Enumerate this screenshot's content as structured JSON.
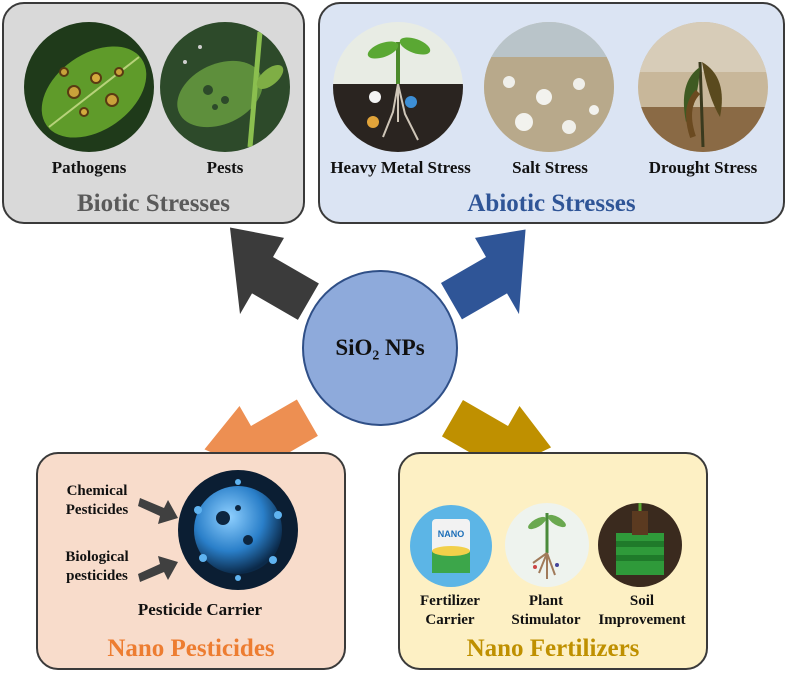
{
  "center": {
    "label": "SiO₂ NPs"
  },
  "biotic": {
    "title": "Biotic Stresses",
    "items": [
      {
        "label": "Pathogens",
        "icon": "diseased-leaf"
      },
      {
        "label": "Pests",
        "icon": "insect-damaged-leaf"
      }
    ]
  },
  "abiotic": {
    "title": "Abiotic Stresses",
    "items": [
      {
        "label": "Heavy Metal Stress",
        "icon": "seedling-roots-metal"
      },
      {
        "label": "Salt Stress",
        "icon": "saline-soil"
      },
      {
        "label": "Drought Stress",
        "icon": "wilted-plant"
      }
    ]
  },
  "pesticides": {
    "title": "Nano Pesticides",
    "chemical": "Chemical Pesticides",
    "biological": "Biological pesticides",
    "carrier": "Pesticide Carrier",
    "icon": "nanoparticle-sphere"
  },
  "fertilizers": {
    "title": "Nano Fertilizers",
    "bag_text": "NANO",
    "items": [
      {
        "label": "Fertilizer Carrier",
        "icon": "fertilizer-bag"
      },
      {
        "label": "Plant Stimulator",
        "icon": "root-stimulator"
      },
      {
        "label": "Soil Improvement",
        "icon": "soil-block"
      }
    ]
  },
  "colors": {
    "biotic_arrow": "#3b3b3b",
    "abiotic_arrow": "#2f5597",
    "pesticide_arrow": "#ed8f52",
    "fertilizer_arrow": "#bf9000",
    "biotic_title": "#5a5a5a",
    "abiotic_title": "#2f5597",
    "pesticide_title": "#ed7d31",
    "fertilizer_title": "#bf9000"
  }
}
